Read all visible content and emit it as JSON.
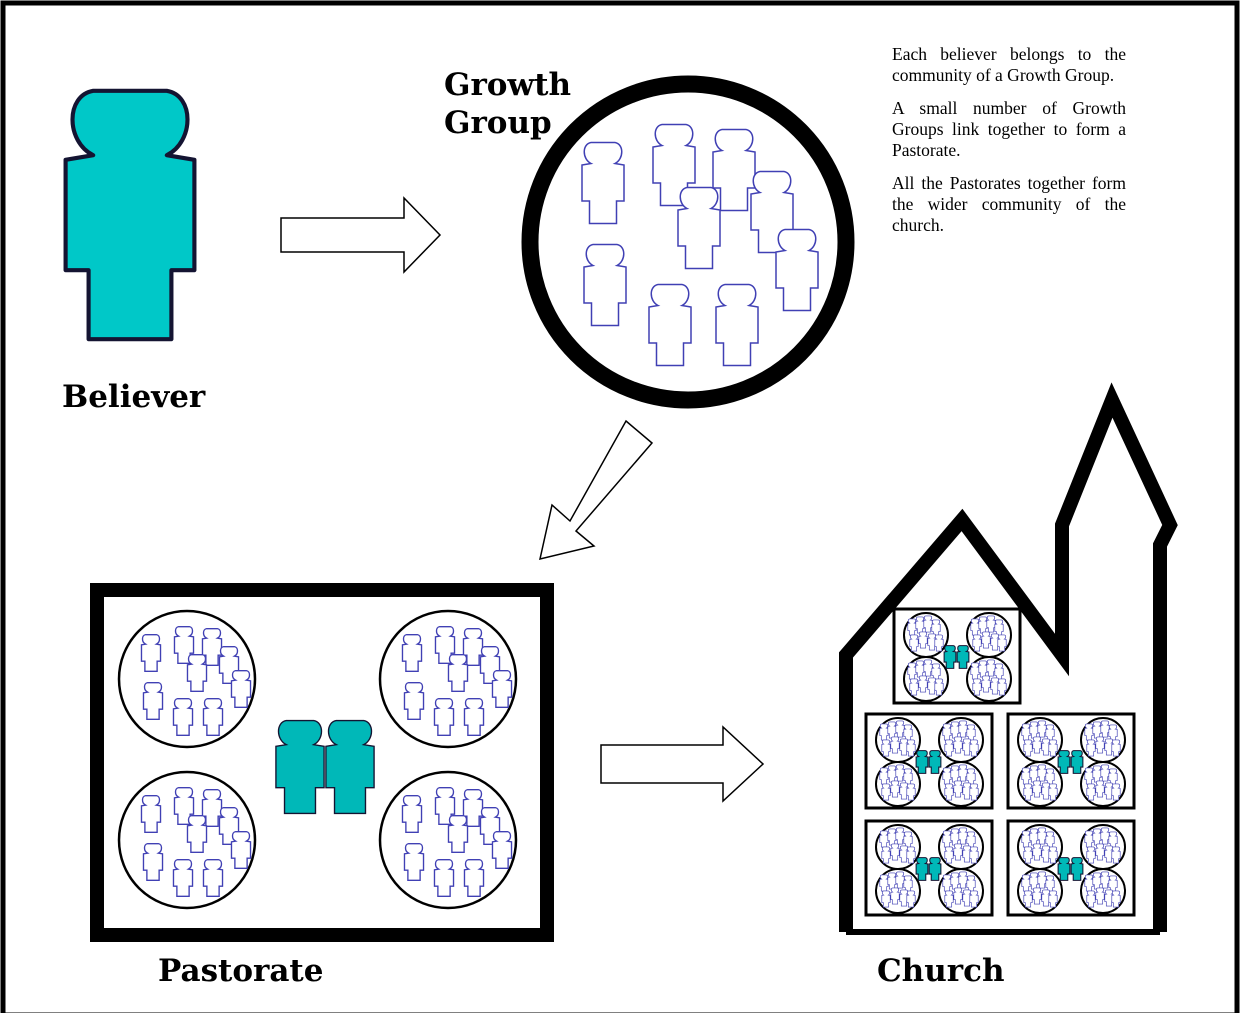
{
  "labels": {
    "believer": "Believer",
    "growth_group_line1": "Growth",
    "growth_group_line2": "Group",
    "pastorate": "Pastorate",
    "church": "Church"
  },
  "notes": [
    "Each believer belongs to the community of a Growth Group.",
    "A small number of Growth Groups link together to form a Pastorate.",
    "All the Pastorates together form the wider community of the church."
  ],
  "colors": {
    "believer_fill": "#00c8c8",
    "believer_outline": "#141432",
    "member_outline": "#4040b4",
    "frame": "#000000"
  },
  "icons": [
    "person-icon",
    "arrow-icon",
    "church-building-icon"
  ]
}
